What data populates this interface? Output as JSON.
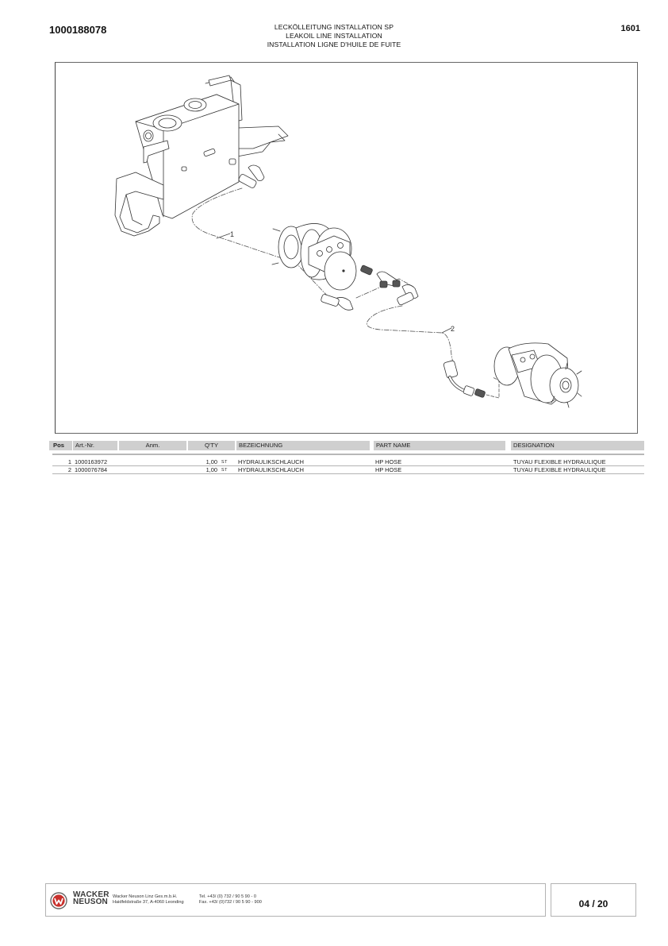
{
  "header": {
    "document_number": "1000188078",
    "title_de": "LECKÖLLEITUNG INSTALLATION SP",
    "title_en": "LEAKOIL LINE INSTALLATION",
    "title_fr": "INSTALLATION LIGNE D'HUILE DE FUITE",
    "page_code": "1601"
  },
  "drawing": {
    "callouts": [
      "1",
      "2"
    ]
  },
  "parts_table": {
    "columns": {
      "pos": "Pos",
      "art_nr": "Art.-Nr.",
      "anm": "Anm.",
      "qty": "Q'TY",
      "bezeichnung": "BEZEICHNUNG",
      "part_name": "PART NAME",
      "designation": "DESIGNATION"
    },
    "rows": [
      {
        "pos": "1",
        "art_nr": "1000163972",
        "anm": "",
        "qty": "1,00",
        "unit": "ST",
        "bezeichnung": "HYDRAULIKSCHLAUCH",
        "part_name": "HP HOSE",
        "designation": "TUYAU FLEXIBLE HYDRAULIQUE"
      },
      {
        "pos": "2",
        "art_nr": "1000076784",
        "anm": "",
        "qty": "1,00",
        "unit": "ST",
        "bezeichnung": "HYDRAULIKSCHLAUCH",
        "part_name": "HP HOSE",
        "designation": "TUYAU FLEXIBLE HYDRAULIQUE"
      }
    ]
  },
  "footer": {
    "logo_line1": "WACKER",
    "logo_line2": "NEUSON",
    "company_name": "Wacker Neuson Linz  Ges.m.b.H.",
    "company_address": "Haidfeldstraße 37, A-4060 Leonding",
    "tel": "Tel. +43/ (0) 732 / 90 5 90 - 0",
    "fax": "Fax. +43/ (0)732 / 90 5 90 - 900",
    "page_indicator": "04 / 20"
  },
  "colors": {
    "table_header_bg": "#cfcfcf",
    "frame_border": "#666666",
    "logo_red": "#c8302c"
  }
}
